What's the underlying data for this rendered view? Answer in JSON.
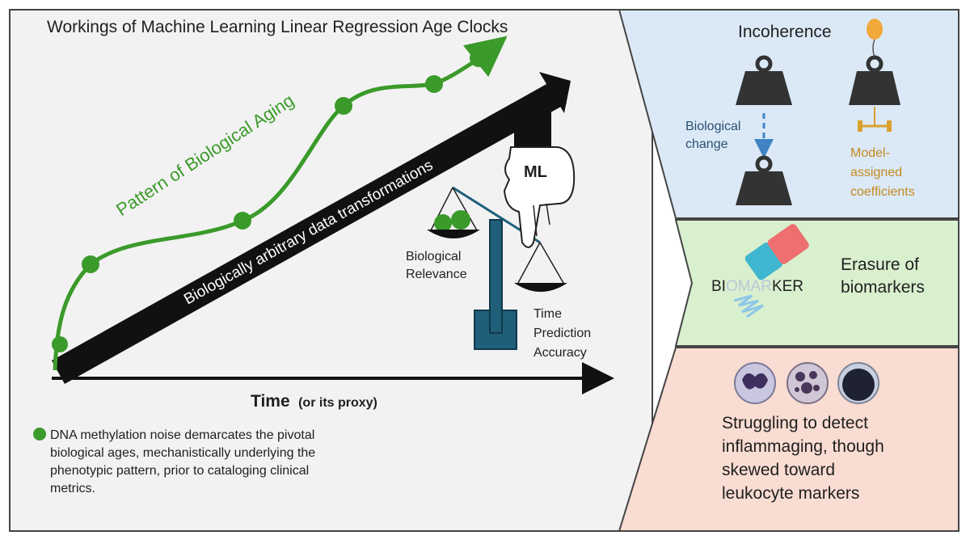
{
  "title": "Workings of Machine Learning Linear Regression Age Clocks",
  "aging_label": "Pattern of Biological Aging",
  "arrow_label": "Biologically arbitrary data transformations",
  "hand_label": "ML",
  "scale": {
    "left_label": [
      "Biological",
      "Relevance"
    ],
    "right_label": [
      "Time",
      "Prediction",
      "Accuracy"
    ]
  },
  "axis": {
    "main": "Time",
    "sub": "(or its proxy)"
  },
  "legend": {
    "lines": [
      "DNA methylation noise demarcates the pivotal",
      "biological ages, mechanistically underlying the",
      "phenotypic pattern, prior to cataloging clinical",
      "metrics."
    ]
  },
  "panels": {
    "incoherence": {
      "title": "Incoherence",
      "change_label": [
        "Biological",
        "change"
      ],
      "coef_label": [
        "Model-",
        "assigned",
        "coefficients"
      ]
    },
    "erasure": {
      "word_parts": [
        "BI",
        "OMAR",
        "KER"
      ],
      "title": [
        "Erasure of",
        "biomarkers"
      ]
    },
    "inflammaging": {
      "lines": [
        "Struggling to detect",
        "inflammaging, though",
        "skewed toward",
        "leukocyte markers"
      ]
    }
  },
  "colors": {
    "green": "#3a9a2a",
    "panel_blue": "#dbe9f7",
    "panel_green": "#d9f0cf",
    "panel_peach": "#f9dcd2",
    "left_bg": "#f2f2f2",
    "orange": "#d9a02b",
    "dashed_blue": "#3f83c4",
    "scale_teal": "#1f5f7a"
  }
}
